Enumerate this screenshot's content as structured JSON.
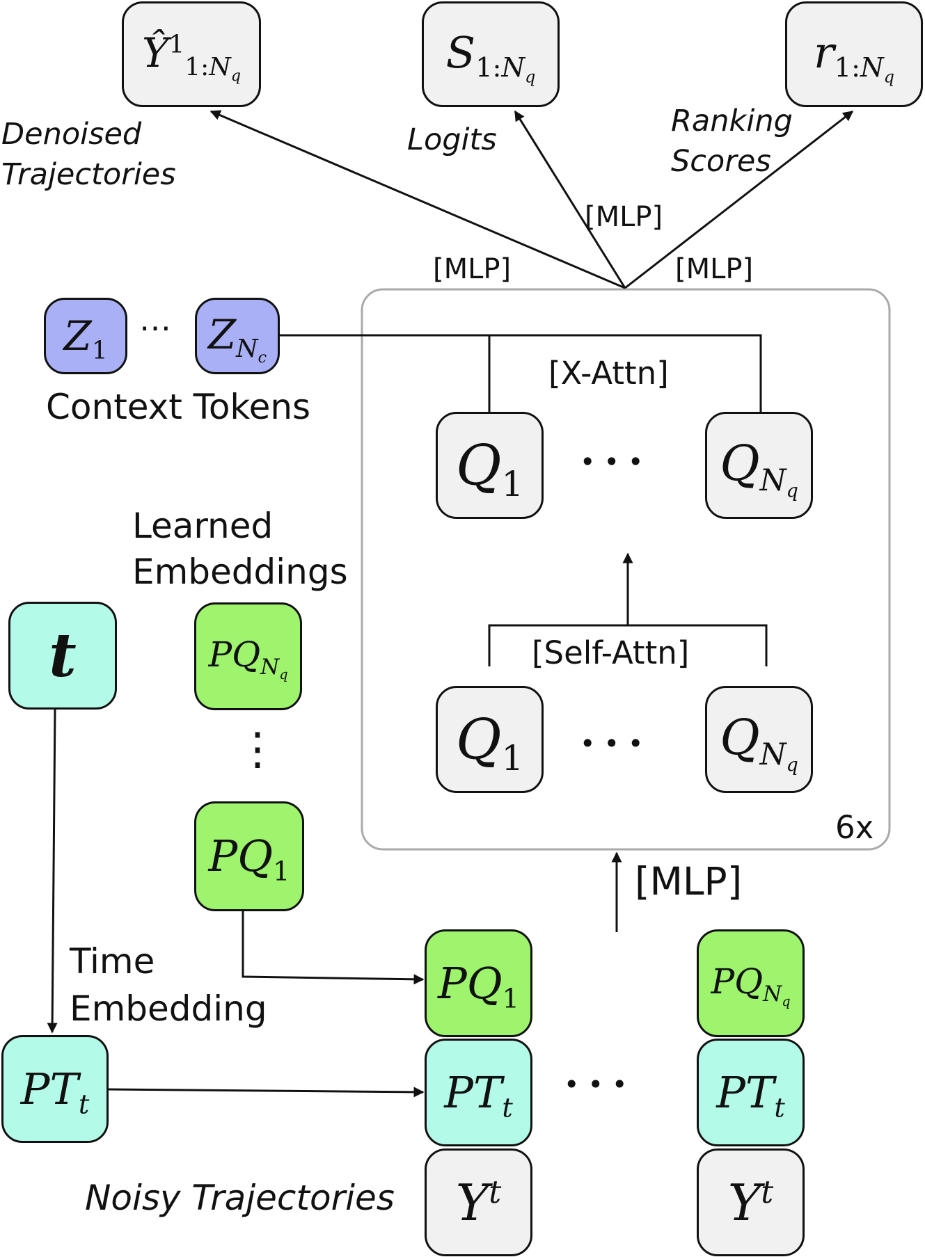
{
  "outputs": {
    "denoised_symbol": "Ŷ",
    "denoised_sup": "1",
    "denoised_sub_pre": "1:",
    "denoised_sub_N": "N",
    "denoised_sub_q": "q",
    "logits_symbol": "S",
    "logits_sub_pre": "1:",
    "logits_sub_N": "N",
    "logits_sub_q": "q",
    "ranking_symbol": "r",
    "ranking_sub_pre": "1:",
    "ranking_sub_N": "N",
    "ranking_sub_q": "q"
  },
  "labels": {
    "denoised_1": "Denoised",
    "denoised_2": "Trajectories",
    "logits": "Logits",
    "ranking_1": "Ranking",
    "ranking_2": "Scores",
    "mlp_left": "[MLP]",
    "mlp_center": "[MLP]",
    "mlp_right": "[MLP]",
    "mlp_input": "[MLP]",
    "x_attn": "[X-Attn]",
    "self_attn": "[Self-Attn]",
    "repeat": "6x",
    "context_tokens": "Context Tokens",
    "learned_1": "Learned",
    "learned_2": "Embeddings",
    "time_1": "Time",
    "time_2": "Embedding",
    "noisy": "Noisy Trajectories"
  },
  "context": {
    "z_symbol": "Z",
    "z1_sub": "1",
    "zn_sub_N": "N",
    "zn_sub_c": "c",
    "dots": "⋯"
  },
  "queries": {
    "q_symbol": "Q",
    "q1_sub": "1",
    "qn_sub_N": "N",
    "qn_sub_q": "q",
    "dots": "• • •"
  },
  "embeddings": {
    "pq_symbol": "PQ",
    "pq1_sub": "1",
    "pqn_sub_N": "N",
    "pqn_sub_q": "q",
    "vdots": "⋮",
    "t_symbol": "t",
    "pt_symbol": "PT",
    "pt_sub": "t",
    "y_symbol": "Y",
    "y_sup": "t",
    "dots": "• • •"
  },
  "colors": {
    "gray_box": "#f1f1f1",
    "context_purple": "#a9b0f6",
    "learned_green": "#9ef46c",
    "time_cyan": "#b3fbe8",
    "transformer_border": "#aaaaaa"
  }
}
